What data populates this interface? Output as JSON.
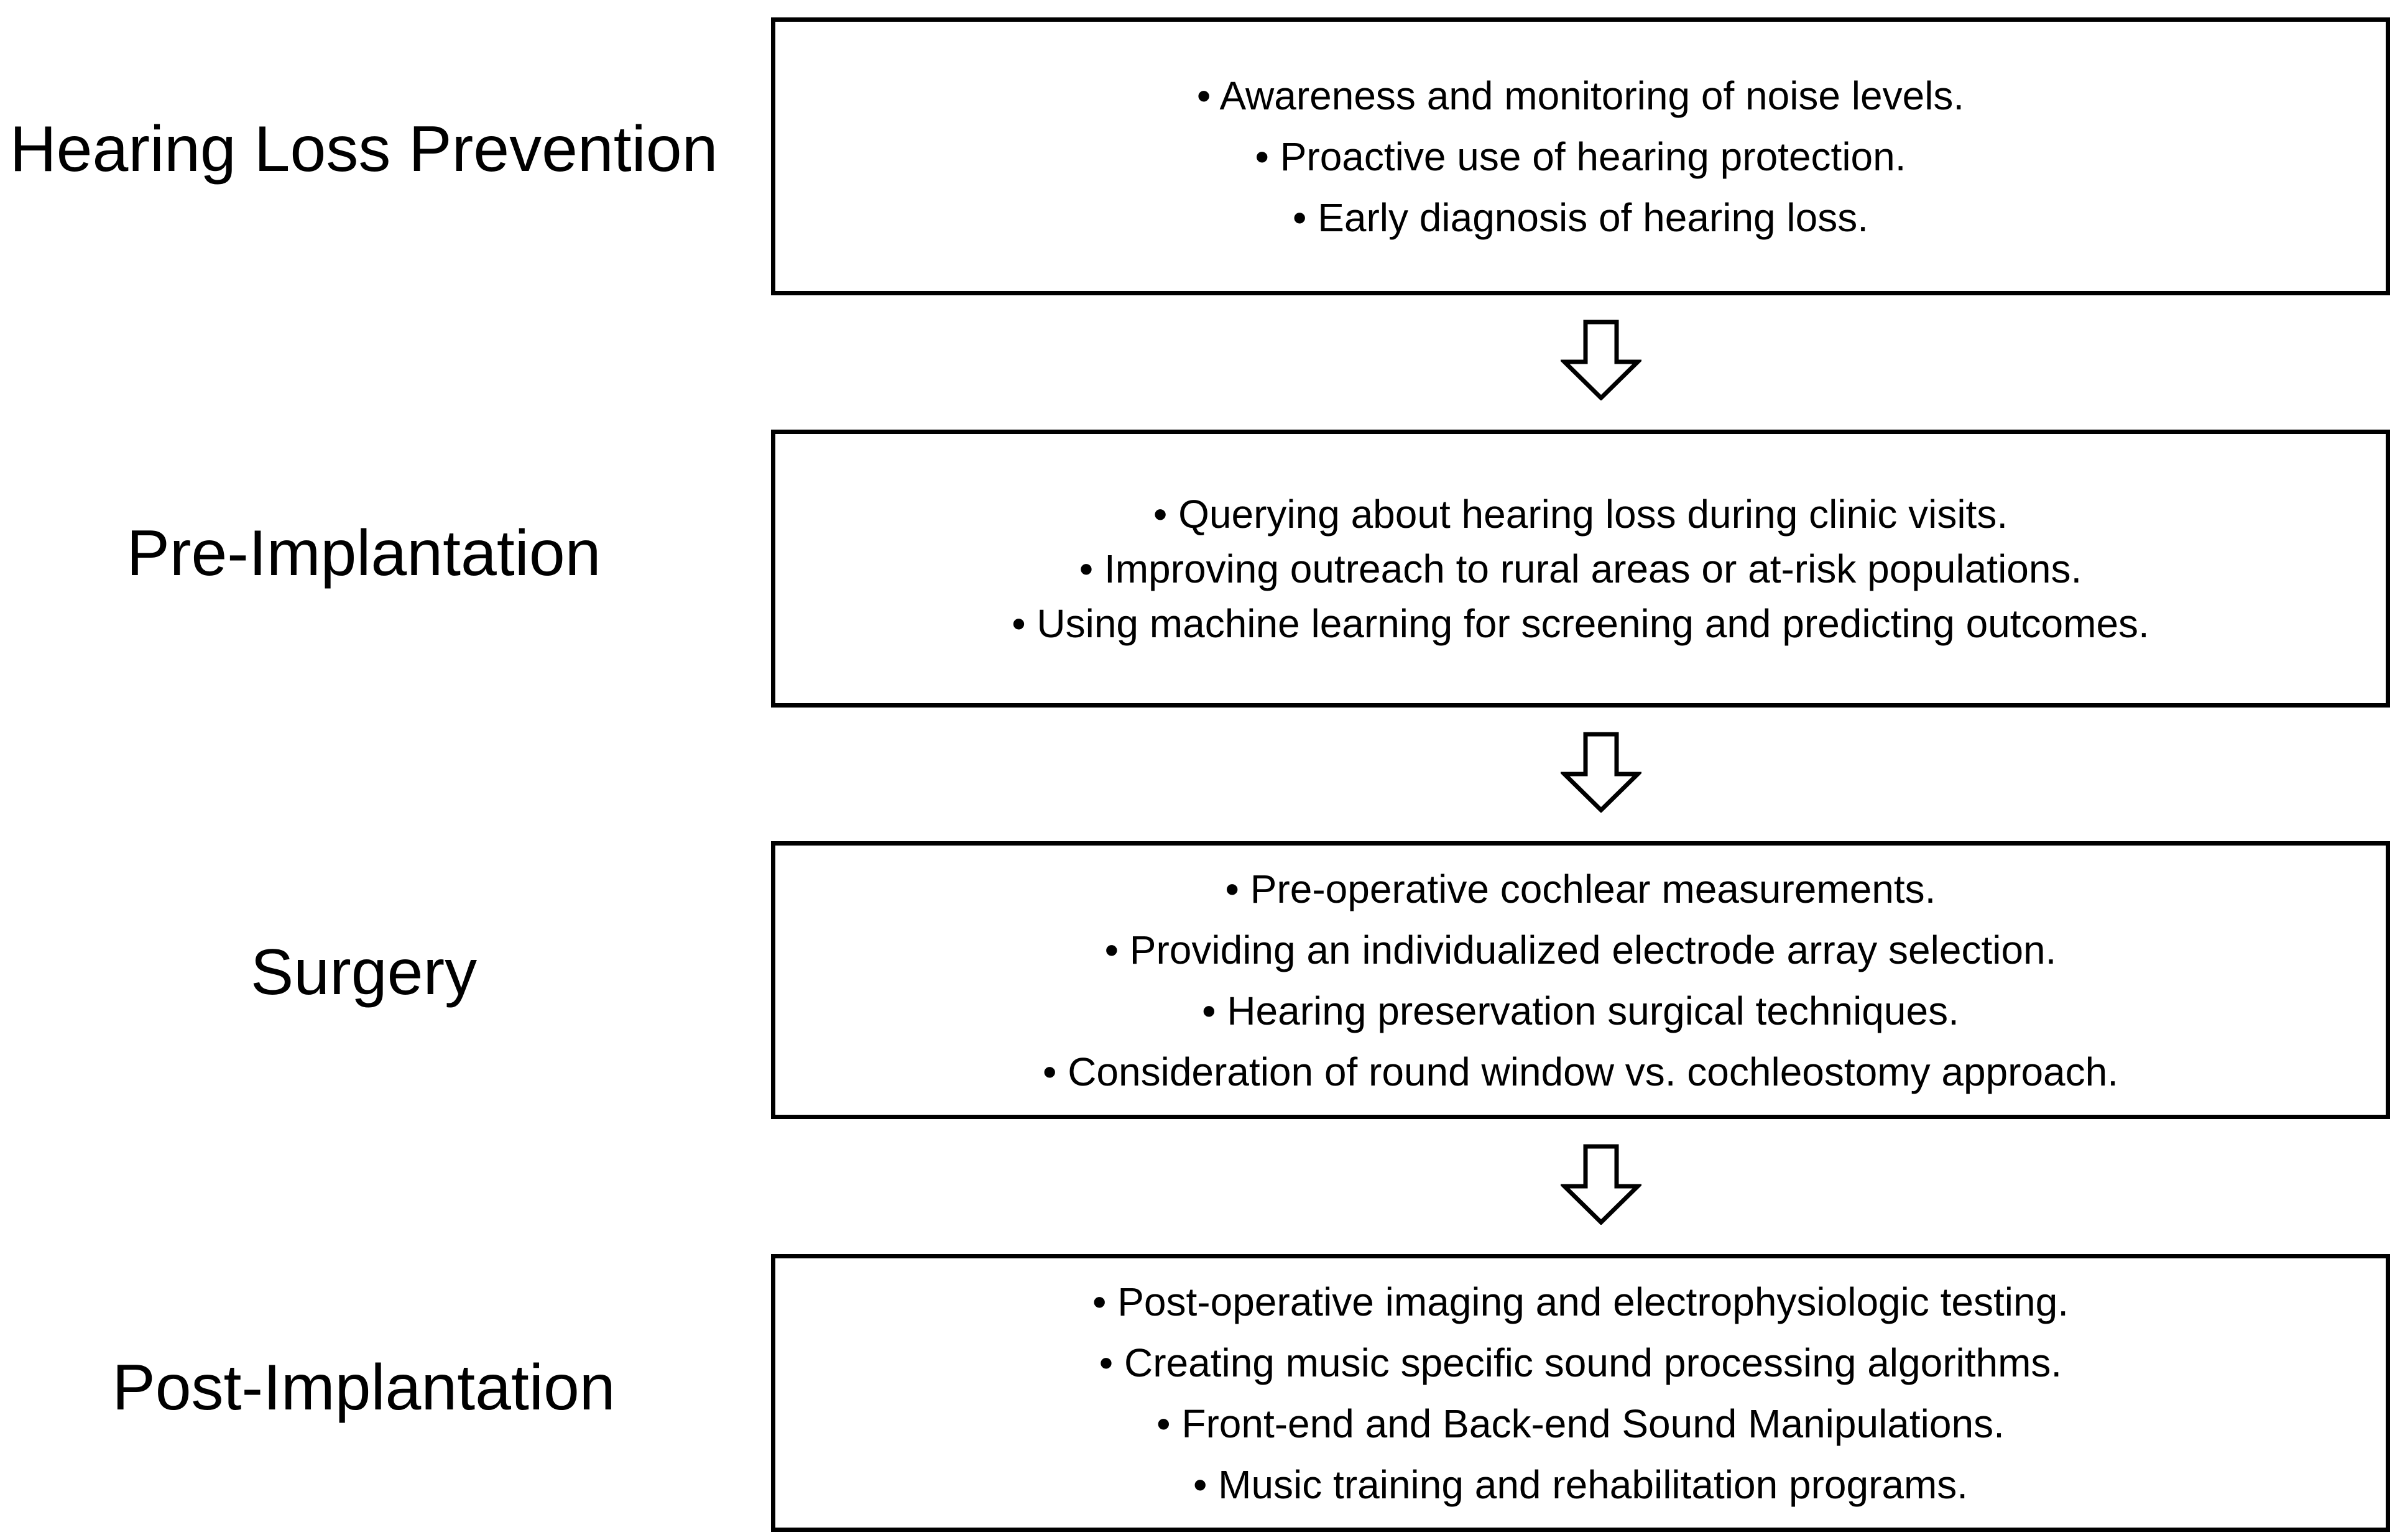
{
  "stages": [
    {
      "label": "Hearing Loss Prevention",
      "items": [
        "Awareness and monitoring of noise levels.",
        "Proactive use of hearing protection.",
        "Early diagnosis of hearing loss."
      ]
    },
    {
      "label": "Pre-Implantation",
      "items": [
        "Querying about hearing loss during clinic visits.",
        "Improving outreach to rural areas or at-risk populations.",
        "Using machine learning for screening and predicting outcomes."
      ]
    },
    {
      "label": "Surgery",
      "items": [
        "Pre-operative cochlear measurements.",
        "Providing an individualized electrode array selection.",
        "Hearing preservation surgical techniques.",
        "Consideration of round window vs. cochleostomy approach."
      ]
    },
    {
      "label": "Post-Implantation",
      "items": [
        "Post-operative imaging and electrophysiologic testing.",
        "Creating music specific sound processing algorithms.",
        "Front-end and Back-end Sound Manipulations.",
        "Music training and rehabilitation programs."
      ]
    }
  ],
  "arrow_icon": "down-arrow-outline-icon"
}
